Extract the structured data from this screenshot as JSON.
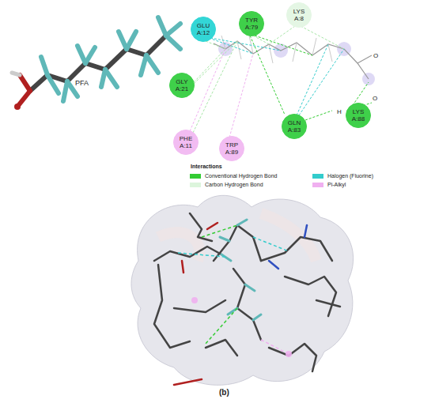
{
  "diagram": {
    "nodes": [
      {
        "text": [
          "GLU A:12"
        ]
      },
      {
        "text": [
          "TYR A:79"
        ]
      },
      {
        "text": [
          "LYS A:8"
        ]
      },
      {
        "text": [
          "GLY A:21"
        ]
      },
      {
        "text": [
          "PHE A:11"
        ]
      },
      {
        "text": [
          "TRP A:89"
        ]
      },
      {
        "text": [
          "GLN A:83"
        ]
      },
      {
        "text": [
          "LYS A:88"
        ]
      }
    ],
    "labels": [
      "PFA",
      "O",
      "H",
      "O",
      "Interactions",
      "(b)"
    ],
    "legend": [
      {
        "text": "Conventional Hydrogen Bond",
        "color": "#33cc33"
      },
      {
        "text": "Carbon Hydrogen Bond",
        "color": "#dcf5dc"
      },
      {
        "text": "Halogen (Fluorine)",
        "color": "#33cccc"
      },
      {
        "text": "Pi-Alkyl",
        "color": "#f0b0f0"
      }
    ]
  }
}
